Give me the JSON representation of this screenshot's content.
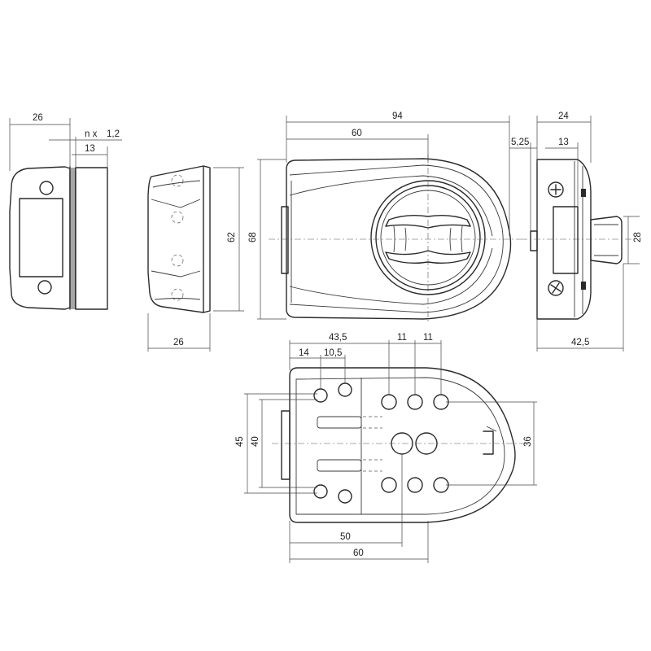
{
  "dimensions": {
    "strike_width": "26",
    "strike_thickness_n": "n x",
    "strike_thickness_val": "1,2",
    "strike_depth": "13",
    "side_width": "26",
    "side_height": "62",
    "main_height": "68",
    "main_width": "94",
    "main_width_partial": "60",
    "right_offset": "5,25",
    "right_width": "24",
    "right_inner": "13",
    "bolt_height": "28",
    "right_total": "42,5",
    "bottom_43_5": "43,5",
    "bottom_14": "14",
    "bottom_10_5": "10,5",
    "bottom_11a": "11",
    "bottom_11b": "11",
    "bottom_45": "45",
    "bottom_40": "40",
    "bottom_36": "36",
    "bottom_50": "50",
    "bottom_60": "60"
  },
  "colors": {
    "line": "#2a2a2a",
    "background": "#ffffff"
  }
}
